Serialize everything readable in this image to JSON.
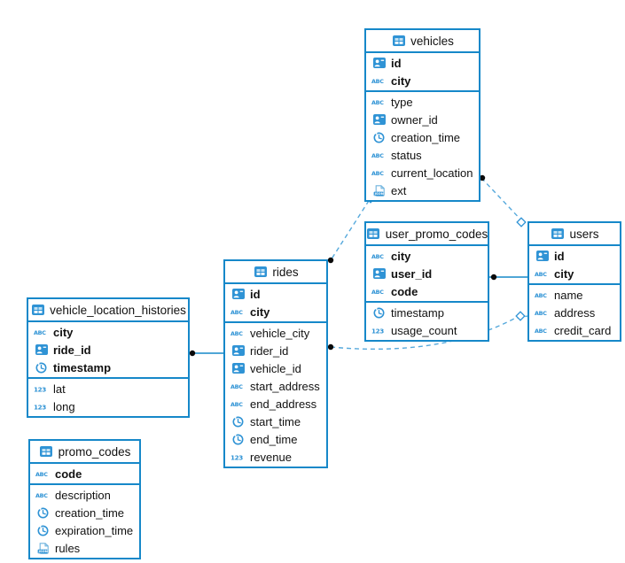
{
  "diagram": {
    "title": "entity-relationship-diagram",
    "colors": {
      "table_border": "#1688c9",
      "icon_blue": "#2f93d5",
      "icon_light_blue": "#bfe0f3",
      "dashed_relation": "#56a9dc",
      "solid_relation": "#1688c9",
      "endpoint_dot": "#0a0a0a",
      "text": "#111111",
      "background": "#ffffff"
    },
    "icons": {
      "table": "table-grid-icon",
      "uuid": "id-badge-icon",
      "text": "abc-text-icon",
      "time": "clock-icon",
      "number": "number-123-icon",
      "json": "json-doc-icon"
    },
    "tables": [
      {
        "name": "vehicles",
        "key_columns": [
          {
            "name": "id",
            "type": "uuid"
          },
          {
            "name": "city",
            "type": "text"
          }
        ],
        "columns": [
          {
            "name": "type",
            "type": "text"
          },
          {
            "name": "owner_id",
            "type": "uuid"
          },
          {
            "name": "creation_time",
            "type": "time"
          },
          {
            "name": "status",
            "type": "text"
          },
          {
            "name": "current_location",
            "type": "text"
          },
          {
            "name": "ext",
            "type": "json"
          }
        ]
      },
      {
        "name": "user_promo_codes",
        "key_columns": [
          {
            "name": "city",
            "type": "text"
          },
          {
            "name": "user_id",
            "type": "uuid"
          },
          {
            "name": "code",
            "type": "text"
          }
        ],
        "columns": [
          {
            "name": "timestamp",
            "type": "time"
          },
          {
            "name": "usage_count",
            "type": "number"
          }
        ]
      },
      {
        "name": "users",
        "key_columns": [
          {
            "name": "id",
            "type": "uuid"
          },
          {
            "name": "city",
            "type": "text"
          }
        ],
        "columns": [
          {
            "name": "name",
            "type": "text"
          },
          {
            "name": "address",
            "type": "text"
          },
          {
            "name": "credit_card",
            "type": "text"
          }
        ]
      },
      {
        "name": "rides",
        "key_columns": [
          {
            "name": "id",
            "type": "uuid"
          },
          {
            "name": "city",
            "type": "text"
          }
        ],
        "columns": [
          {
            "name": "vehicle_city",
            "type": "text"
          },
          {
            "name": "rider_id",
            "type": "uuid"
          },
          {
            "name": "vehicle_id",
            "type": "uuid"
          },
          {
            "name": "start_address",
            "type": "text"
          },
          {
            "name": "end_address",
            "type": "text"
          },
          {
            "name": "start_time",
            "type": "time"
          },
          {
            "name": "end_time",
            "type": "time"
          },
          {
            "name": "revenue",
            "type": "number"
          }
        ]
      },
      {
        "name": "vehicle_location_histories",
        "key_columns": [
          {
            "name": "city",
            "type": "text"
          },
          {
            "name": "ride_id",
            "type": "uuid"
          },
          {
            "name": "timestamp",
            "type": "time"
          }
        ],
        "columns": [
          {
            "name": "lat",
            "type": "number"
          },
          {
            "name": "long",
            "type": "number"
          }
        ]
      },
      {
        "name": "promo_codes",
        "key_columns": [
          {
            "name": "code",
            "type": "text"
          }
        ],
        "columns": [
          {
            "name": "description",
            "type": "text"
          },
          {
            "name": "creation_time",
            "type": "time"
          },
          {
            "name": "expiration_time",
            "type": "time"
          },
          {
            "name": "rules",
            "type": "json"
          }
        ]
      }
    ],
    "relations": [
      {
        "from": "vehicles",
        "to": "rides",
        "style": "dashed",
        "dot_end": "rides",
        "diamond_end": "vehicles"
      },
      {
        "from": "vehicles",
        "to": "users",
        "style": "dashed",
        "dot_end": "vehicles",
        "diamond_end": "users"
      },
      {
        "from": "user_promo_codes",
        "to": "users",
        "style": "solid",
        "dot_end": "user_promo_codes",
        "diamond_end": null
      },
      {
        "from": "vehicle_location_histories",
        "to": "rides",
        "style": "solid",
        "dot_end": "vehicle_location_histories",
        "diamond_end": null
      },
      {
        "from": "rides",
        "to": "users",
        "style": "dashed",
        "dot_end": "rides",
        "diamond_end": "users"
      }
    ]
  }
}
